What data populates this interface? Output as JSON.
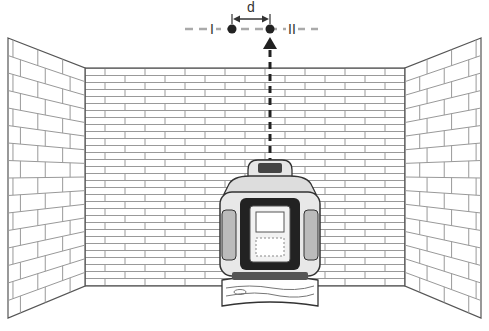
{
  "diagram": {
    "labels": [
      "d",
      "I",
      "II"
    ]
  }
}
